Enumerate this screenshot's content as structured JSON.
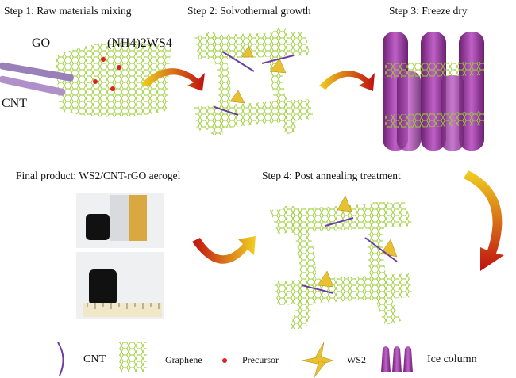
{
  "steps": {
    "step1": "Step 1: Raw materials mixing",
    "step2": "Step 2: Solvothermal growth",
    "step3": "Step 3: Freeze dry",
    "step4": "Step 4: Post annealing treatment",
    "final": "Final product: WS2/CNT-rGO aerogel"
  },
  "step1_labels": {
    "go": "GO",
    "precursor_formula": "(NH4)2WS4",
    "cnt": "CNT"
  },
  "legend": {
    "cnt": "CNT",
    "graphene": "Graphene",
    "precursor": "Precursor",
    "ws2": "WS2",
    "ice": "Ice column"
  },
  "colors": {
    "graphene": "#9acd32",
    "cnt": "#6a3fa0",
    "precursor": "#e02020",
    "ws2": "#e8c030",
    "ice": "#a03fa8",
    "arrow_start": "#f0d020",
    "arrow_end": "#c01010"
  }
}
